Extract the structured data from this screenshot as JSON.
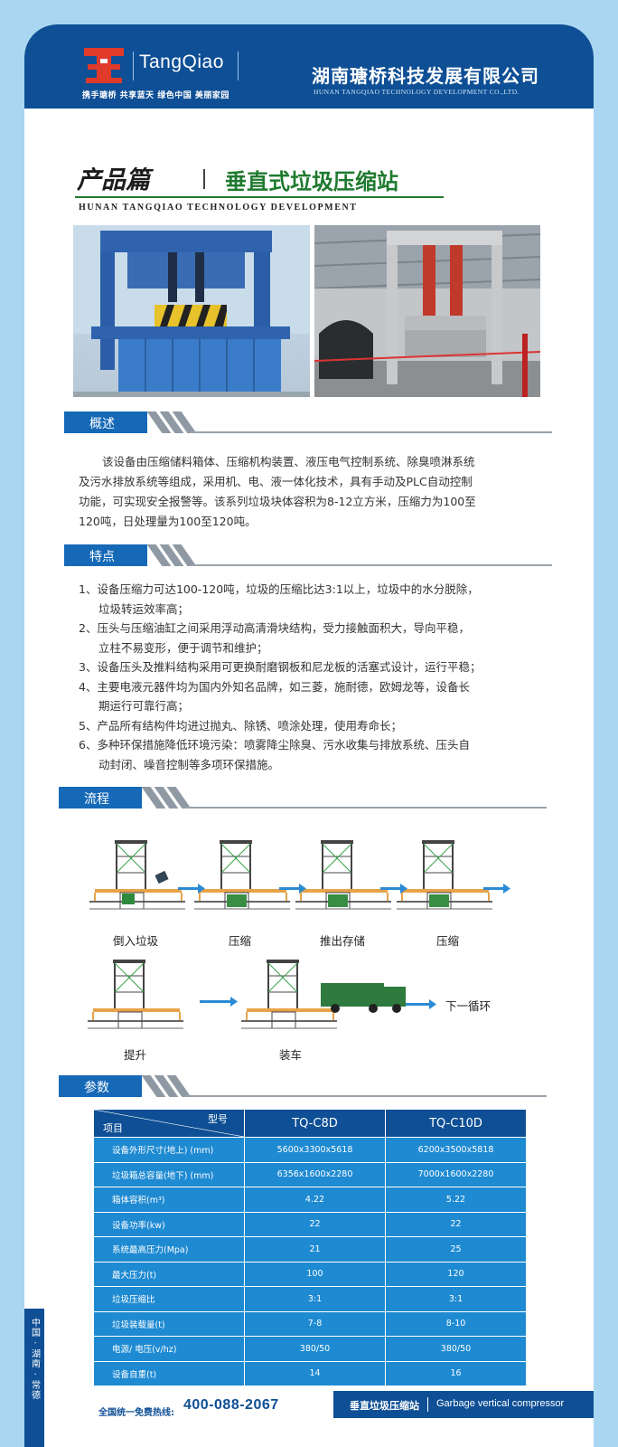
{
  "header": {
    "brand": "TangQiao",
    "slogan": "携手瑭桥 共享蓝天 绿色中国 美丽家园",
    "company_cn": "湖南瑭桥科技发展有限公司",
    "company_en": "HUNAN TANGQIAO TECHNOLOGY DEVELOPMENT CO.,LTD."
  },
  "product": {
    "category": "产品篇",
    "name": "垂直式垃圾压缩站",
    "subtitle_en": "HUNAN TANGQIAO TECHNOLOGY DEVELOPMENT"
  },
  "sections": {
    "overview": "概述",
    "features": "特点",
    "process": "流程",
    "params": "参数"
  },
  "overview_text": [
    "该设备由压缩储料箱体、压缩机构装置、液压电气控制系统、除臭喷淋系统",
    "及污水排放系统等组成，采用机、电、液一体化技术，具有手动及PLC自动控制",
    "功能，可实现安全报警等。该系列垃圾块体容积为8-12立方米，压缩力为100至",
    "120吨，日处理量为100至120吨。"
  ],
  "features": [
    {
      "no": "1、",
      "text": "设备压缩力可达100-120吨，垃圾的压缩比达3:1以上，垃圾中的水分脱除，",
      "cont": "垃圾转运效率高；"
    },
    {
      "no": "2、",
      "text": "压头与压缩油缸之间采用浮动高清滑块结构，受力接触面积大，导向平稳，",
      "cont": "立柱不易变形，便于调节和维护；"
    },
    {
      "no": "3、",
      "text": "设备压头及推料结构采用可更换耐磨钢板和尼龙板的活塞式设计，运行平稳；",
      "cont": ""
    },
    {
      "no": "4、",
      "text": "主要电液元器件均为国内外知名品牌，如三菱，施耐德，欧姆龙等，设备长",
      "cont": "期运行可靠行高；"
    },
    {
      "no": "5、",
      "text": "产品所有结构件均进过抛丸、除锈、喷涂处理，使用寿命长；",
      "cont": ""
    },
    {
      "no": "6、",
      "text": "多种环保措施降低环境污染：喷雾降尘除臭、污水收集与排放系统、压头自",
      "cont": "动封闭、噪音控制等多项环保措施。"
    }
  ],
  "process_steps": [
    "倒入垃圾",
    "压缩",
    "推出存储",
    "压缩",
    "提升",
    "装车"
  ],
  "process_next": "下一循环",
  "table": {
    "corner_type": "型号",
    "corner_item": "项目",
    "models": [
      "TQ-C8D",
      "TQ-C10D"
    ],
    "rows": [
      {
        "label": "设备外形尺寸(地上) (mm)",
        "v": [
          "5600x3300x5618",
          "6200x3500x5818"
        ]
      },
      {
        "label": "垃圾箱总容量(地下) (mm)",
        "v": [
          "6356x1600x2280",
          "7000x1600x2280"
        ]
      },
      {
        "label": "箱体容积(m³)",
        "v": [
          "4.22",
          "5.22"
        ]
      },
      {
        "label": "设备功率(kw)",
        "v": [
          "22",
          "22"
        ]
      },
      {
        "label": "系统最高压力(Mpa)",
        "v": [
          "21",
          "25"
        ]
      },
      {
        "label": "最大压力(t)",
        "v": [
          "100",
          "120"
        ]
      },
      {
        "label": "垃圾压缩比",
        "v": [
          "3:1",
          "3:1"
        ]
      },
      {
        "label": "垃圾装载量(t)",
        "v": [
          "7-8",
          "8-10"
        ]
      },
      {
        "label": "电源/ 电压(v/hz)",
        "v": [
          "380/50",
          "380/50"
        ]
      },
      {
        "label": "设备自重(t)",
        "v": [
          "14",
          "16"
        ]
      }
    ]
  },
  "side_text": "中国 · 湖南 · 常德",
  "footer": {
    "hotline_label": "全国统一免费热线:",
    "hotline": "400-088-2067",
    "product_cn": "垂直垃圾压缩站",
    "product_en": "Garbage vertical compressor"
  },
  "colors": {
    "brand_blue": "#0e4f95",
    "section_blue": "#1569b7",
    "table_blue": "#1e8ad2",
    "green": "#1f7a2f",
    "bg": "#a9d6f1"
  }
}
